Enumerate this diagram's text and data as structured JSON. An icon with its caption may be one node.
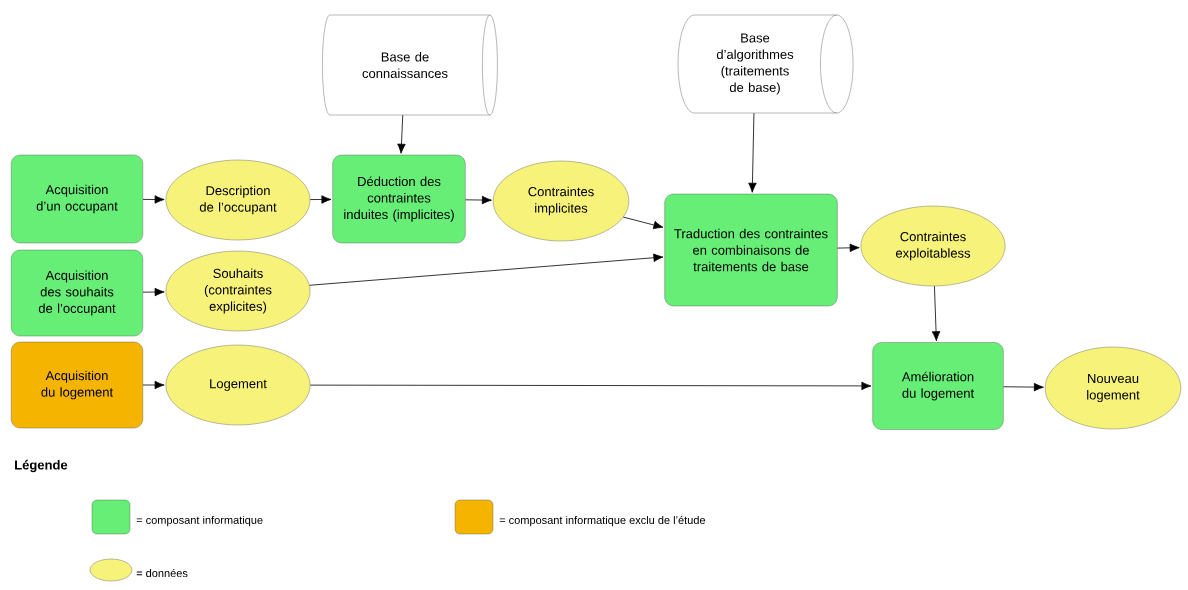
{
  "diagram": {
    "nodes": [
      {
        "text": [
          "Base de connaissances"
        ]
      },
      {
        "text": [
          "Base d’algorithmes (traitements de base)"
        ]
      },
      {
        "text": [
          "Acquisition d’un occupant"
        ]
      },
      {
        "text": [
          "Description de l’occupant"
        ]
      },
      {
        "text": [
          "Déduction des contraintes induites (implicites)"
        ]
      },
      {
        "text": [
          "Contraintes implicites"
        ]
      },
      {
        "text": [
          "Traduction des contraintes en combinaisons de traitements de base"
        ]
      },
      {
        "text": [
          "Acquisition des souhaits de l’occupant"
        ]
      },
      {
        "text": [
          "Souhaits (contraintes explicites)"
        ]
      },
      {
        "text": [
          "Contraintes exploitabless"
        ]
      },
      {
        "text": [
          "Acquisition du logement"
        ]
      },
      {
        "text": [
          "Logement"
        ]
      },
      {
        "text": [
          "Amélioration du logement"
        ]
      },
      {
        "text": [
          "Nouveau logement"
        ]
      }
    ],
    "edges": [
      {
        "from": 0,
        "to": 4,
        "arrow": "to"
      },
      {
        "from": 1,
        "to": 6,
        "arrow": "to"
      },
      {
        "from": 2,
        "to": 3,
        "arrow": "to"
      },
      {
        "from": 3,
        "to": 4,
        "arrow": "to"
      },
      {
        "from": 4,
        "to": 5,
        "arrow": "to"
      },
      {
        "from": 5,
        "to": 6,
        "arrow": "to"
      },
      {
        "from": 7,
        "to": 8,
        "arrow": "to"
      },
      {
        "from": 8,
        "to": 6,
        "arrow": "to"
      },
      {
        "from": 6,
        "to": 9,
        "arrow": "to"
      },
      {
        "from": 9,
        "to": 12,
        "arrow": "to"
      },
      {
        "from": 10,
        "to": 11,
        "arrow": "to"
      },
      {
        "from": 11,
        "to": 12,
        "arrow": "to"
      },
      {
        "from": 12,
        "to": 13,
        "arrow": "to"
      }
    ],
    "labels": [
      "Légende"
    ],
    "legend": [
      {
        "text": "= composant informatique",
        "color": "#66ee77"
      },
      {
        "text": "= composant informatique exclu de l’étude",
        "color": "#f5b400"
      },
      {
        "text": "= données",
        "color": "#f7f27a"
      }
    ]
  }
}
